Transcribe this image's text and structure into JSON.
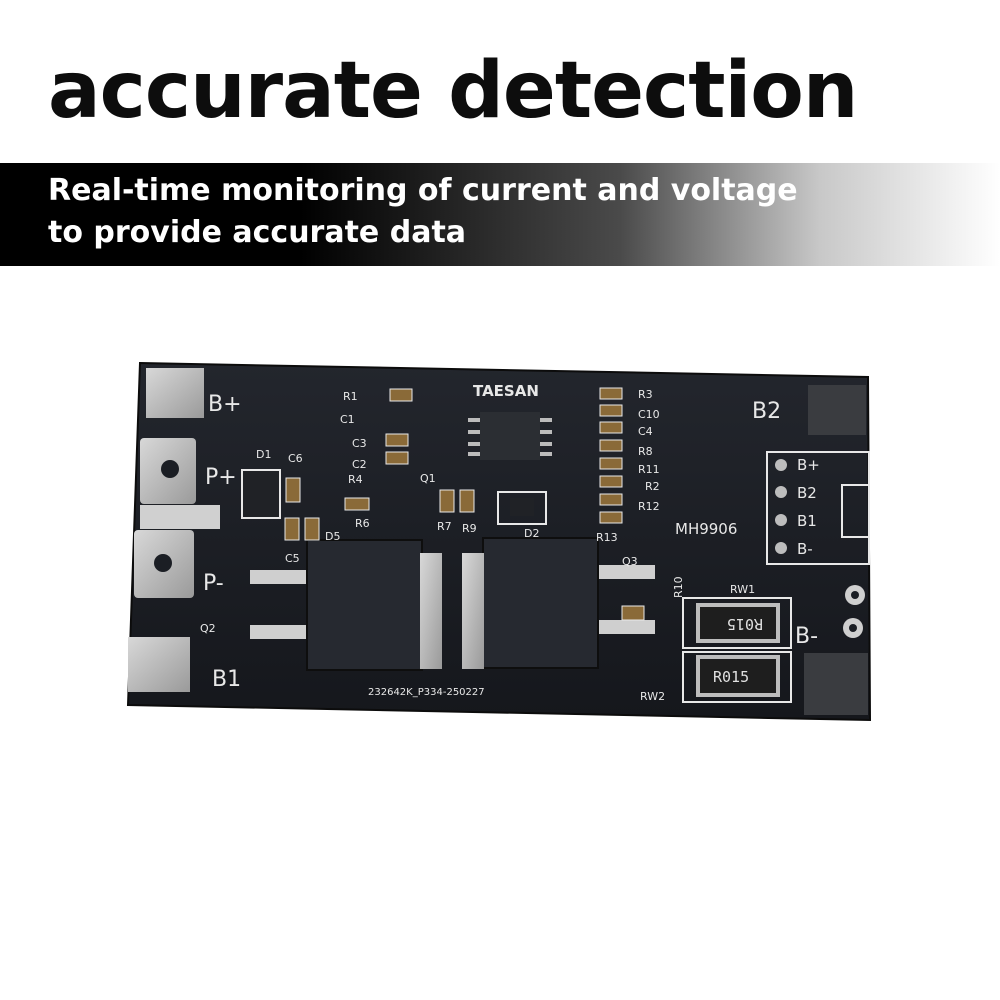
{
  "headline": "accurate detection",
  "subtitle": {
    "line1": "Real-time monitoring of current and voltage",
    "line2": "to provide accurate data"
  },
  "board": {
    "brand": "TAESAN",
    "model": "MH9906",
    "serial": "232642K_P334-250227",
    "pad_labels": {
      "b_plus": "B+",
      "p_plus": "P+",
      "p_minus": "P-",
      "b1": "B1",
      "b2": "B2",
      "b_minus": "B-"
    },
    "connector_labels": [
      "B+",
      "B2",
      "B1",
      "B-"
    ],
    "shunt_labels": [
      "R015",
      "R015"
    ],
    "component_labels": {
      "r1": "R1",
      "c1": "C1",
      "c3": "C3",
      "c2": "C2",
      "r4": "R4",
      "d1": "D1",
      "c6": "C6",
      "r6": "R6",
      "q1": "Q1",
      "r7": "R7",
      "r9": "R9",
      "d2": "D2",
      "r3": "R3",
      "c10": "C10",
      "c4": "C4",
      "r8": "R8",
      "r11": "R11",
      "r2": "R2",
      "r12": "R12",
      "r13": "R13",
      "q3": "Q3",
      "r10": "R10",
      "q2": "Q2",
      "rw1": "RW1",
      "rw2": "RW2",
      "c5": "C5",
      "d5": "D5"
    }
  },
  "colors": {
    "headline": "#0d0d0d",
    "band_start": "#000000",
    "band_end": "#ffffff",
    "pcb": "#1b1e24",
    "silkscreen": "#e8e8e8",
    "pad": "#c9c9c9"
  }
}
